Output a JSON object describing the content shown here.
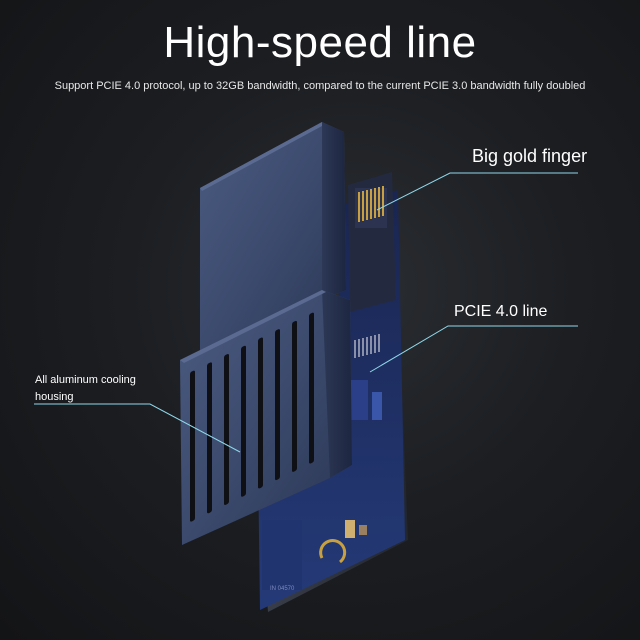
{
  "header": {
    "title": "High-speed line",
    "subtitle": "Support PCIE 4.0 protocol, up to 32GB bandwidth, compared to the current PCIE 3.0 bandwidth fully doubled"
  },
  "callouts": {
    "gold_finger": "Big gold finger",
    "pcie_line": "PCIE 4.0 line",
    "housing": "All aluminum cooling housing"
  },
  "colors": {
    "background": "#1c1e22",
    "housing": "#3a4a6e",
    "callout_line": "#8fd8ea",
    "pcb": "#1e2f6a",
    "gold": "#c8a040"
  }
}
